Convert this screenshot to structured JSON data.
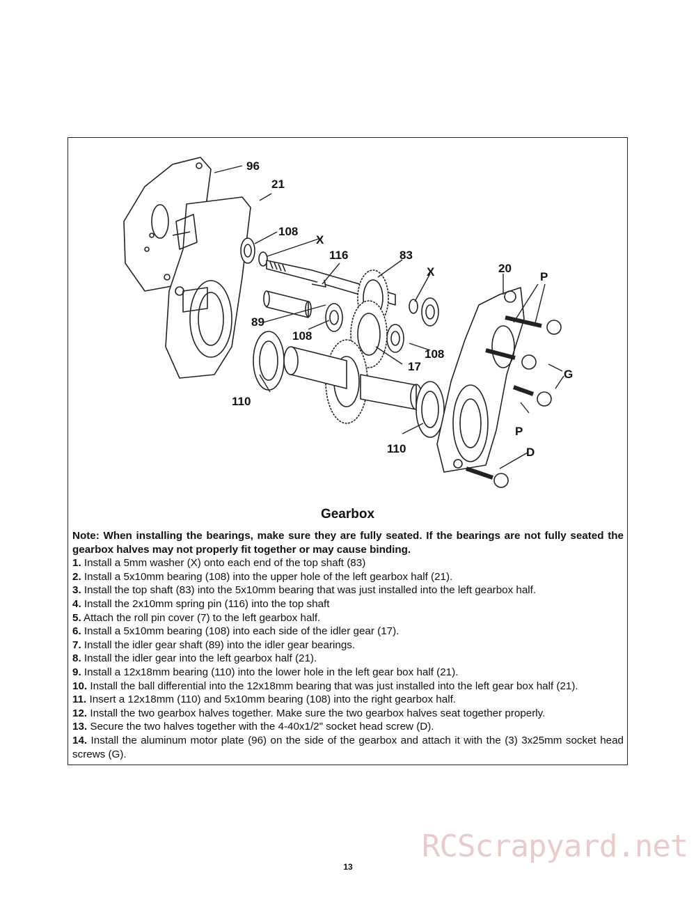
{
  "diagram": {
    "callouts": {
      "c96": "96",
      "c21": "21",
      "c108a": "108",
      "cXa": "X",
      "c116": "116",
      "c83": "83",
      "cXb": "X",
      "c20": "20",
      "cPa": "P",
      "c89": "89",
      "c108b": "108",
      "c108c": "108",
      "c17": "17",
      "cG": "G",
      "c110a": "110",
      "cPb": "P",
      "c110b": "110",
      "cD": "D"
    }
  },
  "section_title": "Gearbox",
  "note": "Note: When installing the bearings, make sure they are fully seated. If the bearings are not fully seated the gearbox halves may not properly fit together or may cause binding.",
  "steps": [
    {
      "num": "1.",
      "text": "Install a 5mm washer (X) onto each end of the top shaft (83)"
    },
    {
      "num": "2.",
      "text": "Install a 5x10mm bearing (108) into the upper hole of the left gearbox half (21)."
    },
    {
      "num": "3.",
      "text": "Install the top shaft (83) into the 5x10mm bearing that was just installed into the left gearbox half."
    },
    {
      "num": "4.",
      "text": "Install the 2x10mm spring pin (116) into the top shaft"
    },
    {
      "num": "5.",
      "text": "Attach the roll pin cover (7) to the left gearbox half."
    },
    {
      "num": "6.",
      "text": "Install a 5x10mm bearing (108) into each side of the idler gear (17)."
    },
    {
      "num": "7.",
      "text": "Install the idler gear shaft (89) into the idler gear bearings."
    },
    {
      "num": "8.",
      "text": "Install the idler gear into the left gearbox half (21)."
    },
    {
      "num": "9.",
      "text": "Install a 12x18mm bearing (110) into the lower hole in the left gear box half (21)."
    },
    {
      "num": "10.",
      "text": "Install the ball differential into the 12x18mm bearing that was just installed into the left gear box half (21)."
    },
    {
      "num": "11.",
      "text": "Insert a 12x18mm (110) and 5x10mm bearing (108) into the right gearbox half."
    },
    {
      "num": "12.",
      "text": "Install the two gearbox halves together. Make sure the two gearbox halves seat together properly."
    },
    {
      "num": "13.",
      "text": "Secure the two halves together with the 4-40x1/2\" socket head screw (D)."
    },
    {
      "num": "14.",
      "text": "Install the aluminum motor plate (96) on the side of the gearbox and attach it with the (3) 3x25mm socket head screws (G)."
    }
  ],
  "page_number": "13",
  "watermark": "RCScrapyard.net"
}
